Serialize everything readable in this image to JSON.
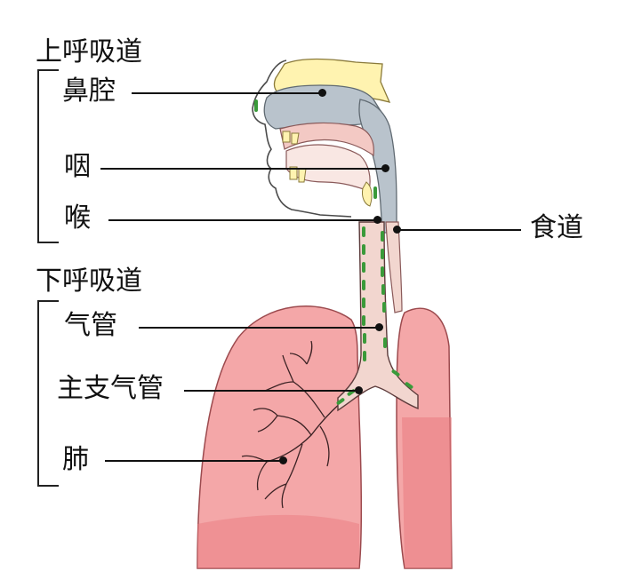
{
  "groups": {
    "upper": "上呼吸道",
    "lower": "下呼吸道"
  },
  "labels": {
    "nasal_cavity": "鼻腔",
    "pharynx": "咽",
    "larynx": "喉",
    "esophagus": "食道",
    "trachea": "气管",
    "main_bronchus": "主支气管",
    "lung": "肺"
  },
  "colors": {
    "lung": "#f4a7a8",
    "lung_dark": "#e98386",
    "bone": "#fff3b0",
    "cavity": "#b9c3cc",
    "trachea": "#f2d6cf",
    "mucosa": "#3a9a3a",
    "outline": "#4a4a4a"
  }
}
